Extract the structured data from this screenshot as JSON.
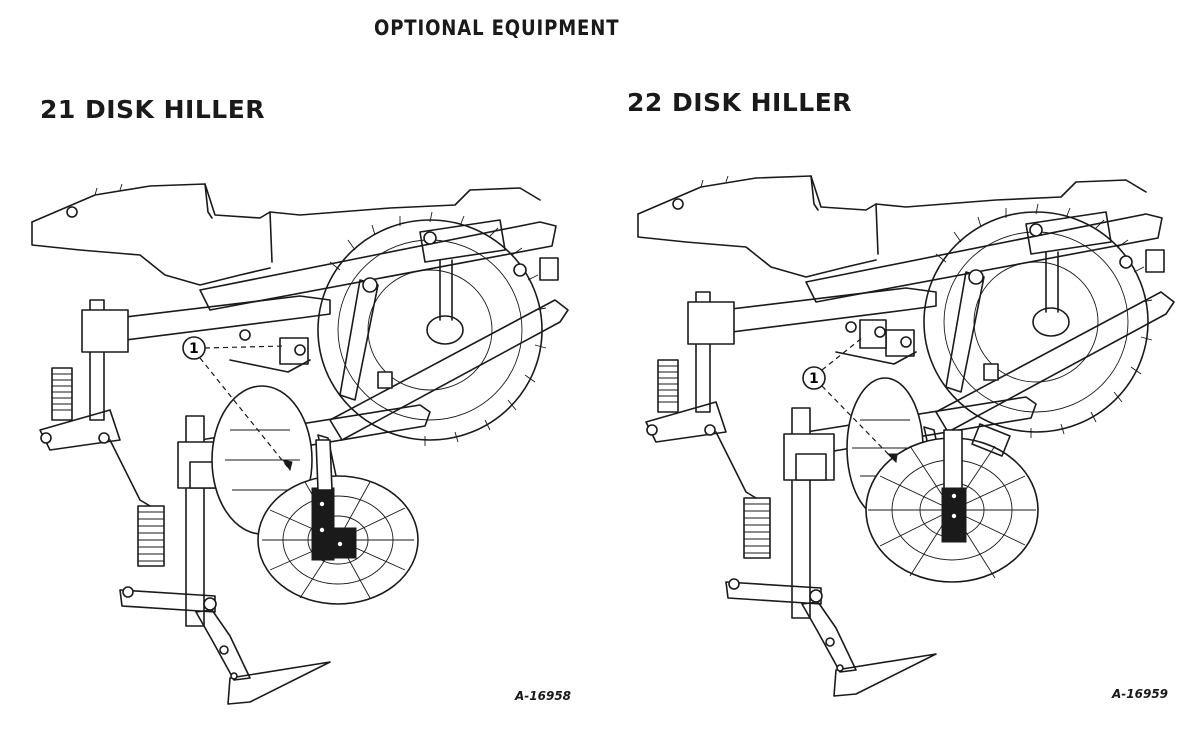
{
  "page": {
    "heading": "OPTIONAL EQUIPMENT"
  },
  "figures": [
    {
      "title": "21 DISK HILLER",
      "callout": "1",
      "figure_code": "A-16958"
    },
    {
      "title": "22 DISK HILLER",
      "callout": "1",
      "figure_code": "A-16959"
    }
  ],
  "colors": {
    "ink": "#1a1a1a",
    "paper": "#ffffff"
  }
}
